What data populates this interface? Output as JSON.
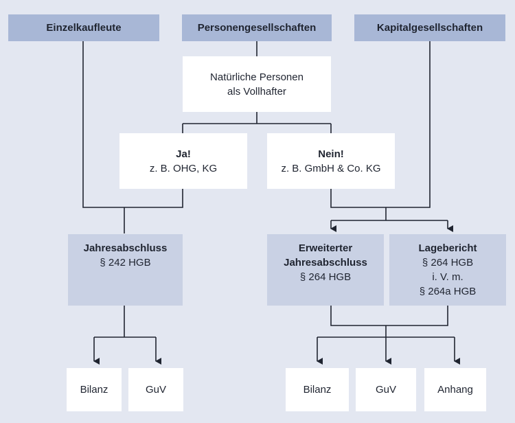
{
  "top": {
    "einzelkaufleute": "Einzelkaufleute",
    "personengesellschaften": "Personengesellschaften",
    "kapitalgesellschaften": "Kapitalgesellschaften"
  },
  "question": {
    "line1": "Natürliche Personen",
    "line2": "als Vollhafter"
  },
  "yes": {
    "title": "Ja!",
    "example": "z. B. OHG, KG"
  },
  "no": {
    "title": "Nein!",
    "example": "z. B. GmbH & Co. KG"
  },
  "jahresabschluss": {
    "title": "Jahresabschluss",
    "law": "§ 242 HGB"
  },
  "erweiterter": {
    "title1": "Erweiterter",
    "title2": "Jahresabschluss",
    "law": "§ 264 HGB"
  },
  "lagebericht": {
    "title": "Lagebericht",
    "law1": "§ 264 HGB",
    "law2": "i. V. m.",
    "law3": "§ 264a HGB"
  },
  "leaves_left": {
    "bilanz": "Bilanz",
    "guv": "GuV"
  },
  "leaves_right": {
    "bilanz": "Bilanz",
    "guv": "GuV",
    "anhang": "Anhang"
  },
  "colors": {
    "background": "#e3e7f1",
    "top_box": "#a8b7d6",
    "shaded_box": "#c9d1e4",
    "line": "#1f2430"
  }
}
